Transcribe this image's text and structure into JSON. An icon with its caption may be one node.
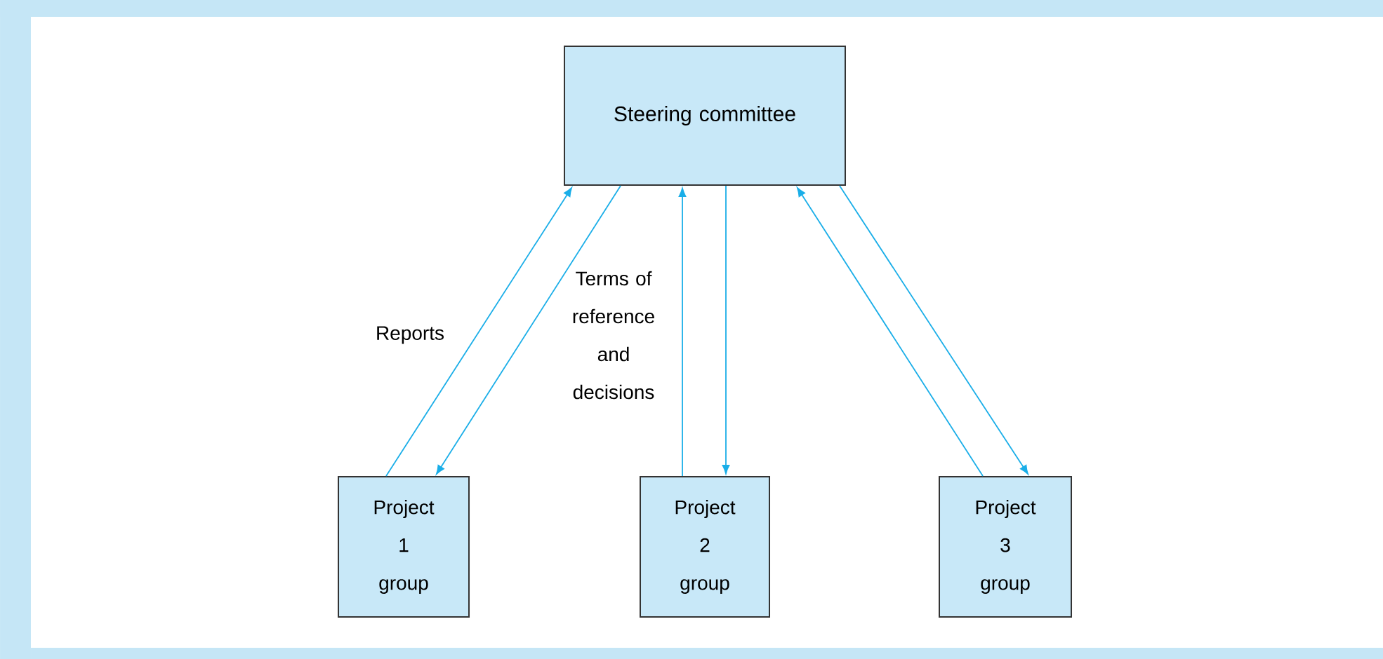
{
  "diagram": {
    "nodes": [
      {
        "text": [
          "Steering committee"
        ]
      },
      {
        "text": [
          "Project 1 group"
        ]
      },
      {
        "text": [
          "Project 2 group"
        ]
      },
      {
        "text": [
          "Project 3 group"
        ]
      }
    ],
    "edges": [
      {
        "from": 1,
        "to": 0,
        "arrow": "to",
        "label": "Reports"
      },
      {
        "from": 0,
        "to": 1,
        "arrow": "to",
        "label": "Terms of reference and decisions"
      },
      {
        "from": 2,
        "to": 0,
        "arrow": "to"
      },
      {
        "from": 0,
        "to": 2,
        "arrow": "to"
      },
      {
        "from": 3,
        "to": 0,
        "arrow": "to"
      },
      {
        "from": 0,
        "to": 3,
        "arrow": "to"
      }
    ]
  }
}
